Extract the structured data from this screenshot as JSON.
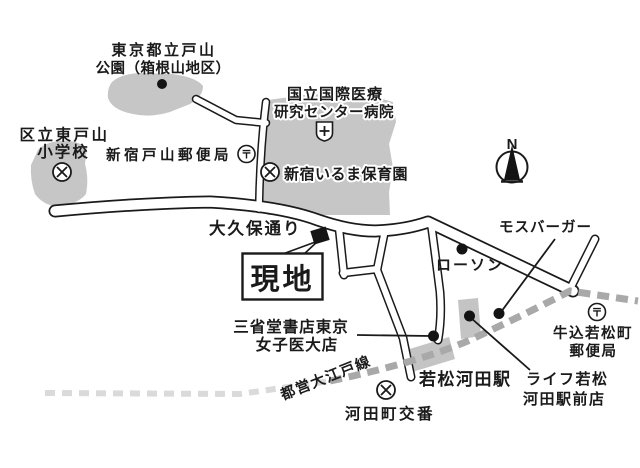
{
  "map": {
    "type": "location-guide-map",
    "site_label": "現地",
    "colors": {
      "background": "#ffffff",
      "area_gray": "#c6c6c6",
      "rail_gray": "#a9a9a9",
      "rail_light_gray": "#dadada",
      "ink": "#1a1a1a"
    },
    "labels": {
      "park_1": "東京都立戸山",
      "park_2": "公園（箱根山地区）",
      "school_1": "区立東戸山",
      "school_2": "小学校",
      "post_toyama": "新宿戸山郵便局",
      "hospital_1": "国立国際医療",
      "hospital_2": "研究センター病院",
      "nursery": "新宿いるま保育園",
      "okubo": "大久保通り",
      "site": "現地",
      "sanseido_1": "三省堂書店東京",
      "sanseido_2": "女子医大店",
      "mos_burger": "モスバーガー",
      "lawson": "ローソン",
      "ushigome_post_1": "牛込若松町",
      "ushigome_post_2": "郵便局",
      "station": "若松河田駅",
      "life_1": "ライフ若松",
      "life_2": "河田駅前店",
      "koban": "河田町交番",
      "oedo_line": "都営大江戸線",
      "north": "N",
      "post_symbol": "〒"
    },
    "icons": {
      "post_office_mark": "〒 in circle",
      "school_mark": "circle with X",
      "police_box_mark": "circle with X",
      "hospital_mark": "shield with cross",
      "north_arrow": "compass needle",
      "site_marker": "black square",
      "poi_dot": "black dot"
    }
  }
}
